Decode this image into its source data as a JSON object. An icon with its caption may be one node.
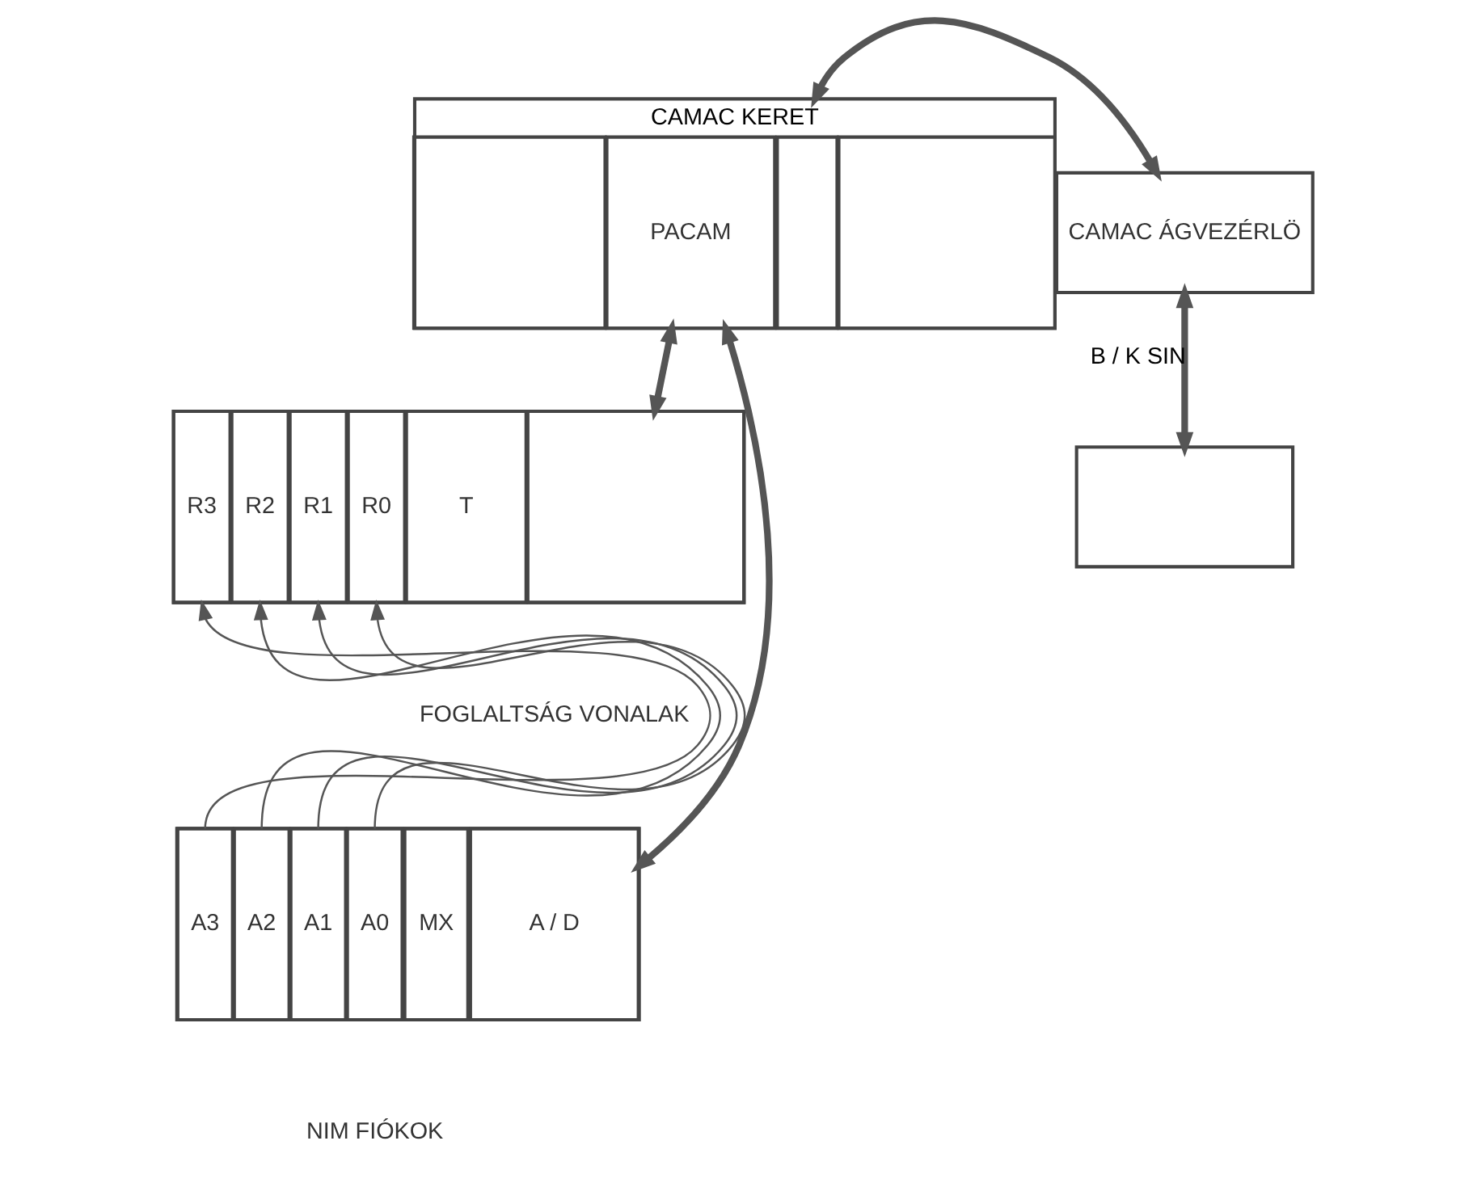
{
  "diagram": {
    "nodes": [
      {
        "text": [
          "CAMAC KERET"
        ]
      },
      {
        "text": [],
        "shape": "box",
        "in": 0
      },
      {
        "text": [
          "PACAM"
        ],
        "in": 0
      },
      {
        "text": [],
        "shape": "box",
        "in": 0
      },
      {
        "text": [],
        "shape": "box",
        "in": 0
      },
      {
        "text": [
          "CAMAC ÁGVEZÉRLÖ"
        ]
      },
      {
        "text": [],
        "shape": "box"
      },
      {
        "text": [
          "R3"
        ],
        "in": 6
      },
      {
        "text": [
          "R2"
        ],
        "in": 6
      },
      {
        "text": [
          "R1"
        ],
        "in": 6
      },
      {
        "text": [
          "R0"
        ],
        "in": 6
      },
      {
        "text": [
          "T"
        ],
        "in": 6
      },
      {
        "text": [],
        "shape": "box",
        "in": 6
      },
      {
        "text": [],
        "shape": "box"
      },
      {
        "text": [
          "A3"
        ],
        "in": 13
      },
      {
        "text": [
          "A2"
        ],
        "in": 13
      },
      {
        "text": [
          "A1"
        ],
        "in": 13
      },
      {
        "text": [
          "A0"
        ],
        "in": 13
      },
      {
        "text": [
          "MX"
        ],
        "in": 13
      },
      {
        "text": [
          "A / D"
        ],
        "in": 13
      },
      {
        "text": [],
        "shape": "box"
      }
    ],
    "edges": [
      {
        "from": 0,
        "to": 5,
        "arrow": "both",
        "style": "thick"
      },
      {
        "from": 2,
        "to": 12,
        "arrow": "both",
        "style": "thick"
      },
      {
        "from": 2,
        "to": 19,
        "arrow": "both",
        "style": "thick"
      },
      {
        "from": 5,
        "to": 20,
        "arrow": "both",
        "style": "thick",
        "label": "B / K SIN"
      },
      {
        "from": 14,
        "to": 7,
        "arrow": "to"
      },
      {
        "from": 15,
        "to": 8,
        "arrow": "to"
      },
      {
        "from": 16,
        "to": 9,
        "arrow": "to"
      },
      {
        "from": 17,
        "to": 10,
        "arrow": "to"
      }
    ],
    "labels": [
      "FOGLALTSÁG VONALAK",
      "NIM FIÓKOK"
    ]
  }
}
